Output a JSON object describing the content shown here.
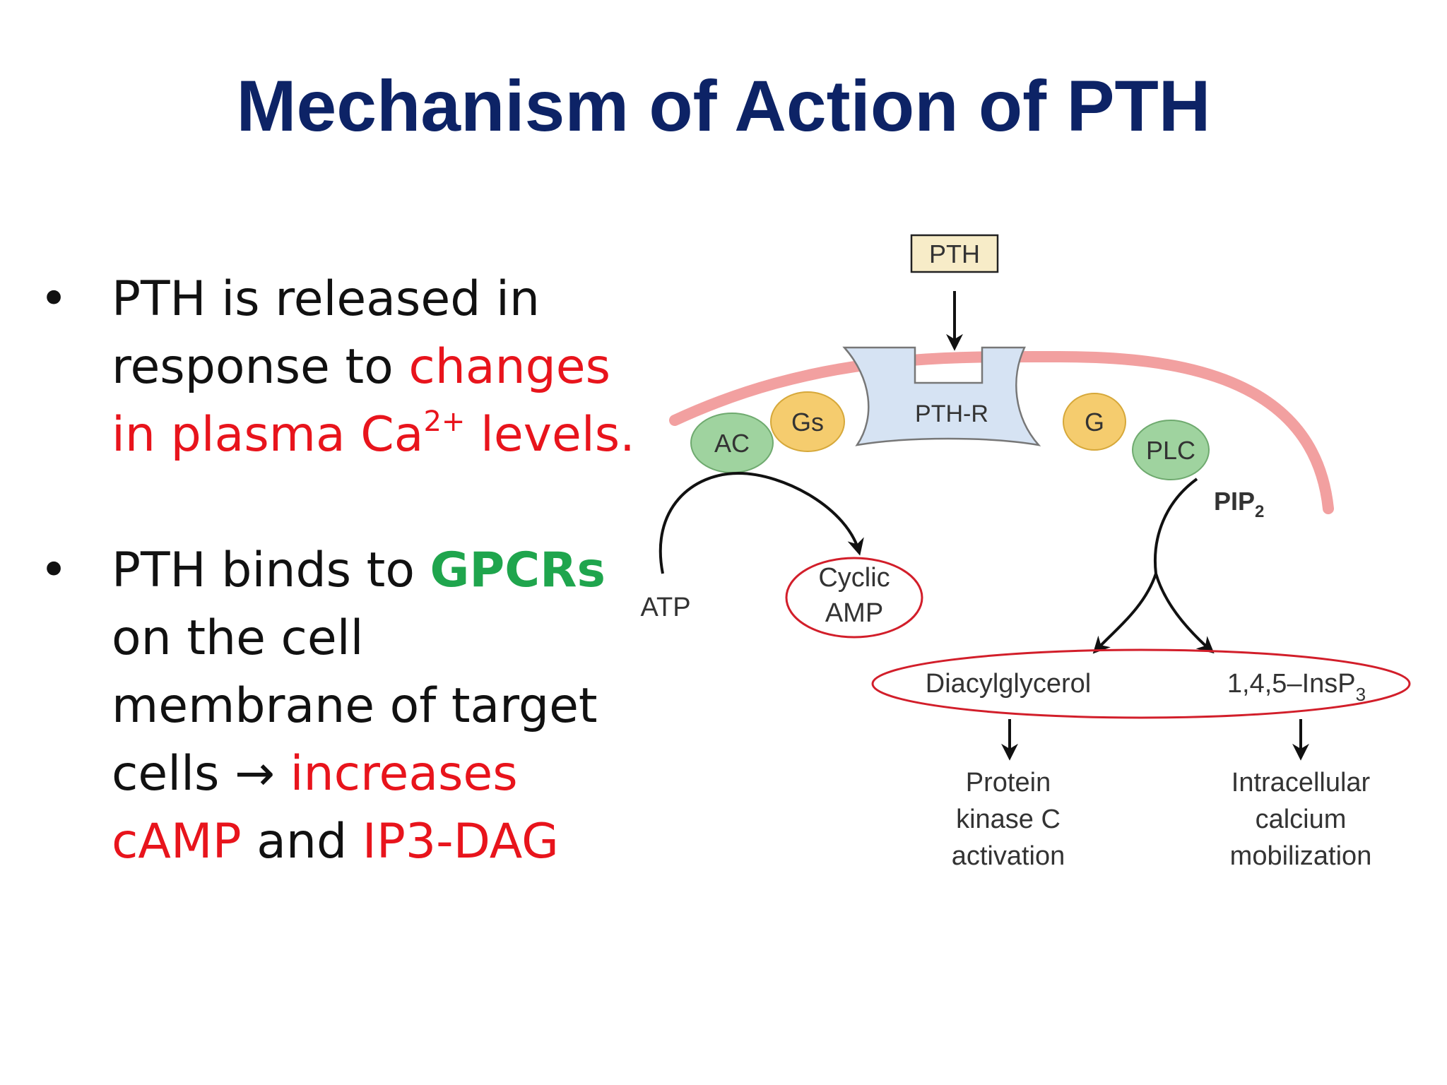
{
  "title": "Mechanism of Action of PTH",
  "bullets": [
    {
      "lines": [
        [
          {
            "text": "PTH is released in",
            "color": "black"
          }
        ],
        [
          {
            "text": "response to ",
            "color": "black"
          },
          {
            "text": "changes",
            "color": "red"
          }
        ],
        [
          {
            "text": "in plasma Ca",
            "color": "red"
          },
          {
            "text": "2+",
            "color": "red",
            "sup": true
          },
          {
            "text": " levels.",
            "color": "red"
          }
        ]
      ]
    },
    {
      "lines": [
        [
          {
            "text": "PTH binds to ",
            "color": "black"
          },
          {
            "text": "GPCRs",
            "color": "green"
          }
        ],
        [
          {
            "text": "on the cell",
            "color": "black"
          }
        ],
        [
          {
            "text": "membrane of target",
            "color": "black"
          }
        ],
        [
          {
            "text": "cells → ",
            "color": "black"
          },
          {
            "text": "increases",
            "color": "red"
          }
        ],
        [
          {
            "text": "cAMP",
            "color": "red"
          },
          {
            "text": " and ",
            "color": "black"
          },
          {
            "text": "IP3-DAG",
            "color": "red"
          }
        ]
      ]
    }
  ],
  "diagram": {
    "pth_label": "PTH",
    "receptor_label": "PTH-R",
    "gs_label": "Gs",
    "ac_label": "AC",
    "g_label": "G",
    "plc_label": "PLC",
    "pip2_label": "PIP",
    "pip2_sub": "2",
    "atp_label": "ATP",
    "cyclic_line1": "Cyclic",
    "cyclic_line2": "AMP",
    "dag_label": "Diacylglycerol",
    "insp3_label": "1,4,5–InsP",
    "insp3_sub": "3",
    "pkc_line1": "Protein",
    "pkc_line2": "kinase C",
    "pkc_line3": "activation",
    "calcium_line1": "Intracellular",
    "calcium_line2": "calcium",
    "calcium_line3": "mobilization"
  },
  "colors": {
    "title": "#0d2366",
    "red_text": "#e8141c",
    "green_text": "#1fa54d",
    "membrane": "#f2a0a0",
    "receptor": "#d6e3f3",
    "gs_protein": "#f5cc6e",
    "enzyme": "#9fd39f",
    "highlight_oval": "#d21e2a"
  }
}
